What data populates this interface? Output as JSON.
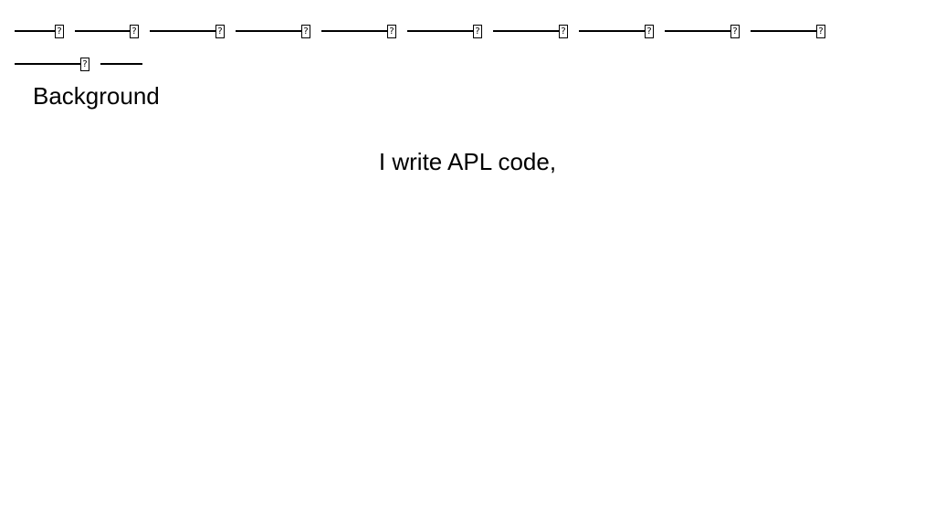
{
  "slide": {
    "heading": "Background",
    "body": "I write APL code,"
  },
  "glyph_rows": [
    {
      "segments": [
        {
          "line": 44,
          "box": true
        },
        {
          "line": 60,
          "box": true
        },
        {
          "line": 72,
          "box": true
        },
        {
          "line": 72,
          "box": true
        },
        {
          "line": 72,
          "box": true
        },
        {
          "line": 72,
          "box": true
        },
        {
          "line": 72,
          "box": true
        },
        {
          "line": 72,
          "box": true
        },
        {
          "line": 72,
          "box": true
        },
        {
          "line": 72,
          "box": true
        }
      ]
    },
    {
      "segments": [
        {
          "line": 72,
          "box": true
        },
        {
          "line": 46,
          "box": false
        }
      ]
    }
  ],
  "colors": {
    "background": "#ffffff",
    "text": "#000000"
  }
}
